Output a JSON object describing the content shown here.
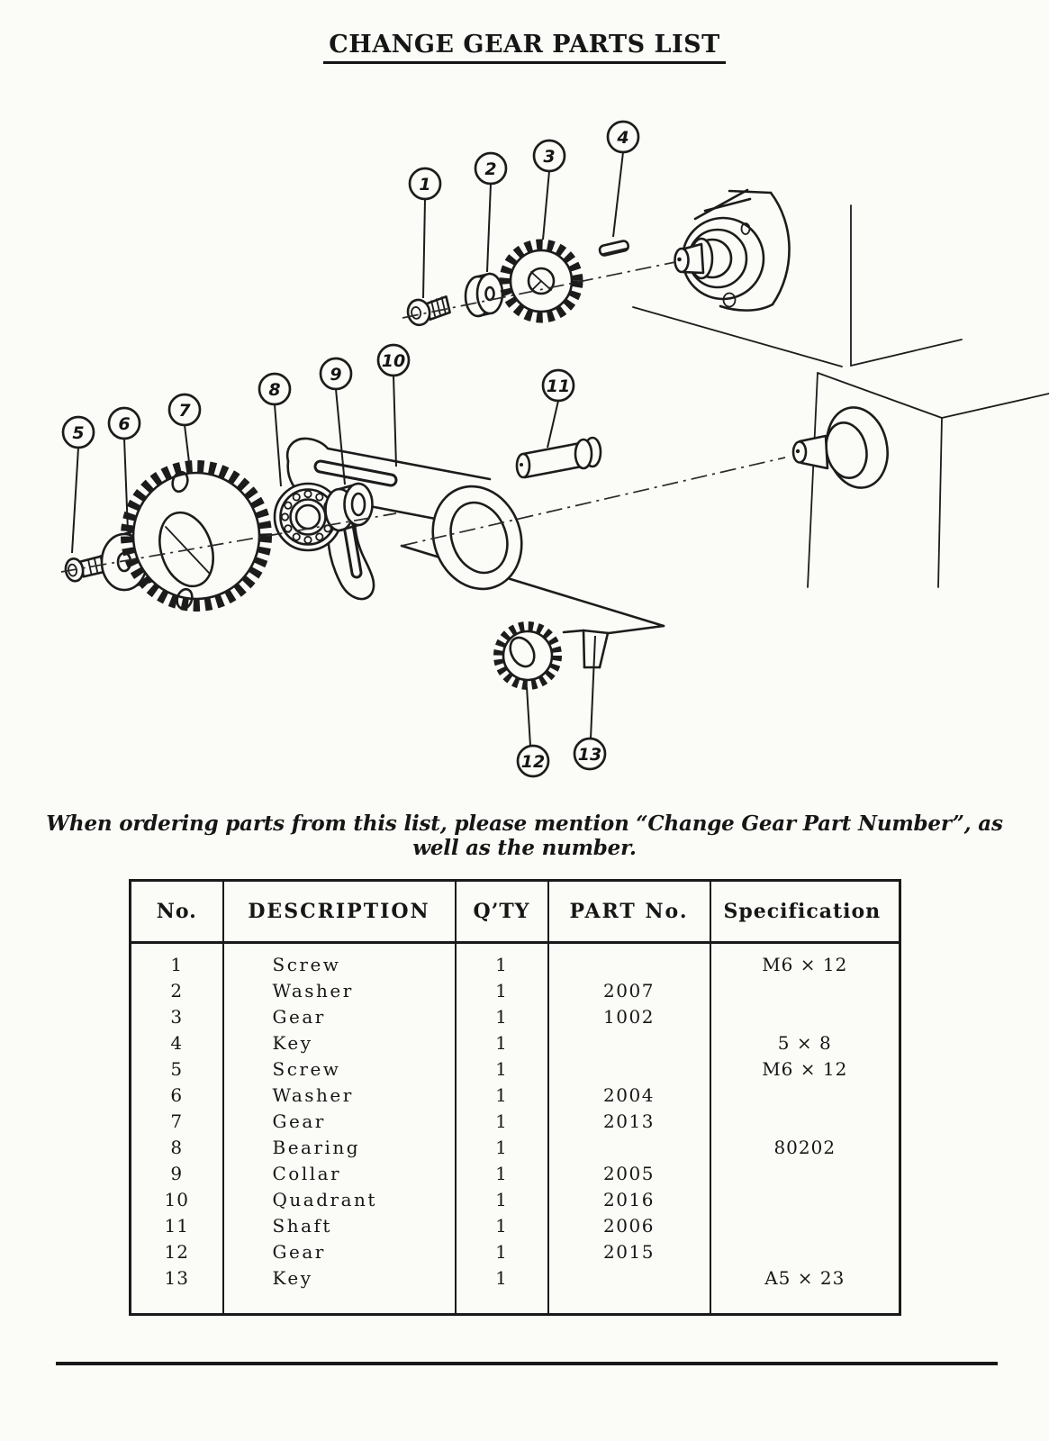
{
  "page": {
    "title": "CHANGE GEAR PARTS LIST",
    "note": "When ordering parts from this list, please mention “Change Gear Part Number”, as well as the number."
  },
  "diagram": {
    "callouts": [
      "1",
      "2",
      "3",
      "4",
      "5",
      "6",
      "7",
      "8",
      "9",
      "10",
      "11",
      "12",
      "13"
    ]
  },
  "table": {
    "headers": {
      "no": "No.",
      "description": "DESCRIPTION",
      "qty": "Q’TY",
      "part_no": "PART No.",
      "specification": "Specification"
    },
    "rows": [
      {
        "no": "1",
        "description": "Screw",
        "qty": "1",
        "part_no": "",
        "specification": "M6 × 12"
      },
      {
        "no": "2",
        "description": "Washer",
        "qty": "1",
        "part_no": "2007",
        "specification": ""
      },
      {
        "no": "3",
        "description": "Gear",
        "qty": "1",
        "part_no": "1002",
        "specification": ""
      },
      {
        "no": "4",
        "description": "Key",
        "qty": "1",
        "part_no": "",
        "specification": "5 × 8"
      },
      {
        "no": "5",
        "description": "Screw",
        "qty": "1",
        "part_no": "",
        "specification": "M6 × 12"
      },
      {
        "no": "6",
        "description": "Washer",
        "qty": "1",
        "part_no": "2004",
        "specification": ""
      },
      {
        "no": "7",
        "description": "Gear",
        "qty": "1",
        "part_no": "2013",
        "specification": ""
      },
      {
        "no": "8",
        "description": "Bearing",
        "qty": "1",
        "part_no": "",
        "specification": "80202"
      },
      {
        "no": "9",
        "description": "Collar",
        "qty": "1",
        "part_no": "2005",
        "specification": ""
      },
      {
        "no": "10",
        "description": "Quadrant",
        "qty": "1",
        "part_no": "2016",
        "specification": ""
      },
      {
        "no": "11",
        "description": "Shaft",
        "qty": "1",
        "part_no": "2006",
        "specification": ""
      },
      {
        "no": "12",
        "description": "Gear",
        "qty": "1",
        "part_no": "2015",
        "specification": ""
      },
      {
        "no": "13",
        "description": "Key",
        "qty": "1",
        "part_no": "",
        "specification": "A5 × 23"
      }
    ]
  }
}
